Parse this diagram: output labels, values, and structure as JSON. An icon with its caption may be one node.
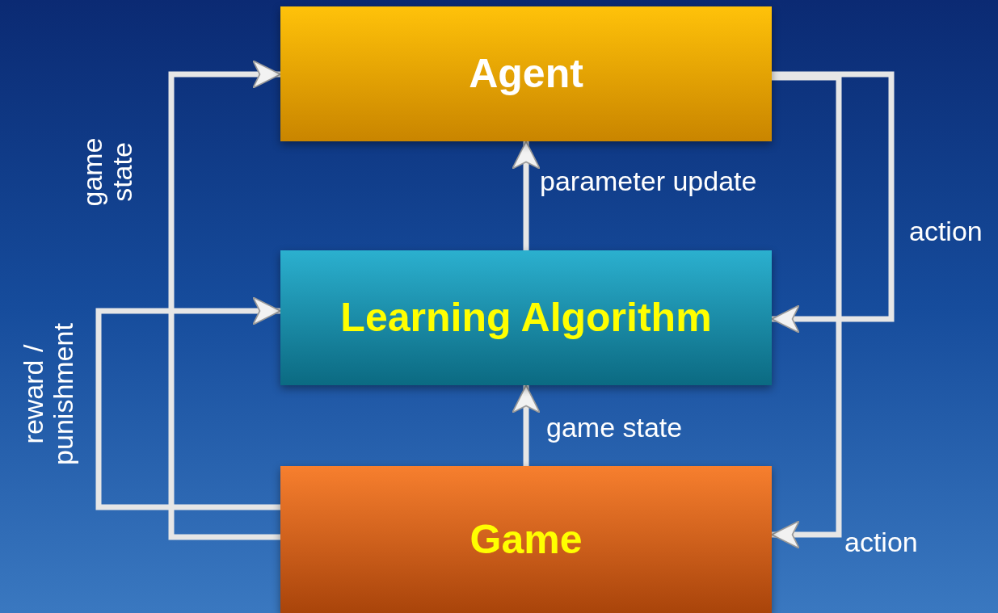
{
  "diagram": {
    "nodes": [
      {
        "text": [
          "Agent"
        ]
      },
      {
        "text": [
          "Learning Algorithm"
        ]
      },
      {
        "text": [
          "Game"
        ]
      }
    ],
    "edges": [
      {
        "from": 2,
        "to": 0,
        "arrow": "to",
        "label": "game state"
      },
      {
        "from": 2,
        "to": 1,
        "arrow": "to",
        "label": "reward / punishment"
      },
      {
        "from": 1,
        "to": 0,
        "arrow": "to",
        "label": "parameter update"
      },
      {
        "from": 2,
        "to": 1,
        "arrow": "to",
        "label": "game state"
      },
      {
        "from": 0,
        "to": 1,
        "arrow": "to",
        "label": "action"
      },
      {
        "from": 0,
        "to": 2,
        "arrow": "to",
        "label": "action"
      }
    ]
  }
}
